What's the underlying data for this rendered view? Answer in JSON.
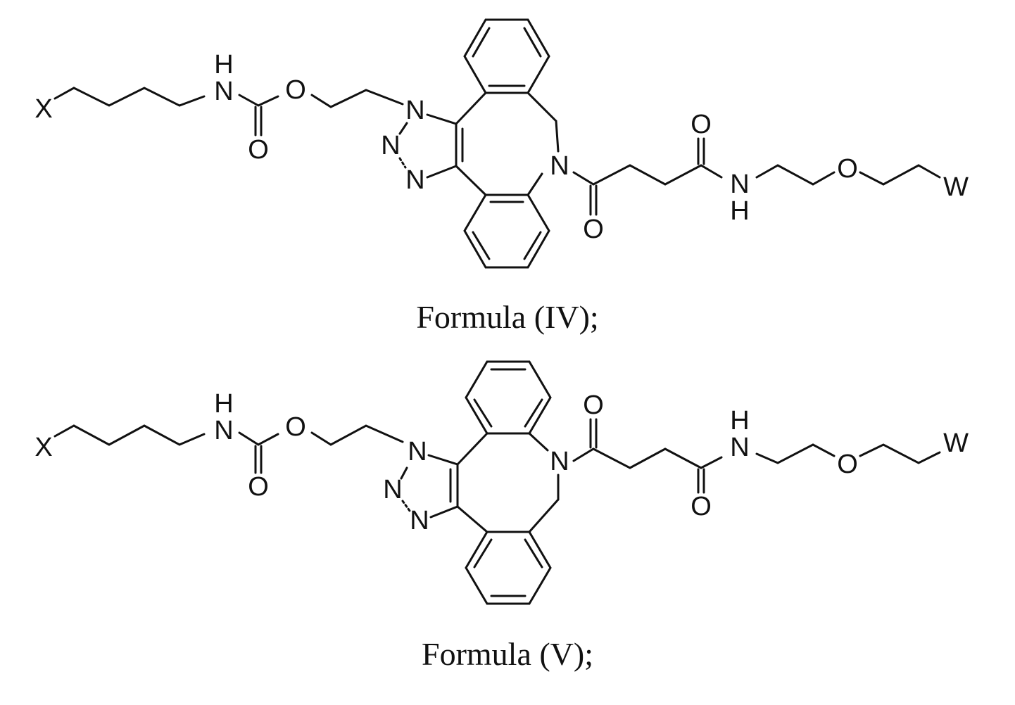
{
  "formulas": [
    {
      "caption": "Formula (IV);",
      "atoms": {
        "x": "X",
        "nh_n": "N",
        "nh_h": "H",
        "carb_o_down": "O",
        "carb_o_ester": "O",
        "tri_n1": "N",
        "tri_n2": "N",
        "tri_n3": "N",
        "ring_n": "N",
        "amide1_o": "O",
        "amide2_o": "O",
        "amide2_n": "N",
        "amide2_h": "H",
        "ether_o": "O",
        "w": "W"
      }
    },
    {
      "caption": "Formula (V);",
      "atoms": {
        "x": "X",
        "nh_n": "N",
        "nh_h": "H",
        "carb_o_down": "O",
        "carb_o_ester": "O",
        "tri_n1": "N",
        "tri_n2": "N",
        "tri_n3": "N",
        "ring_n": "N",
        "amide1_o": "O",
        "amide2_o": "O",
        "amide2_n": "N",
        "amide2_h": "H",
        "ether_o": "O",
        "w": "W"
      }
    }
  ]
}
